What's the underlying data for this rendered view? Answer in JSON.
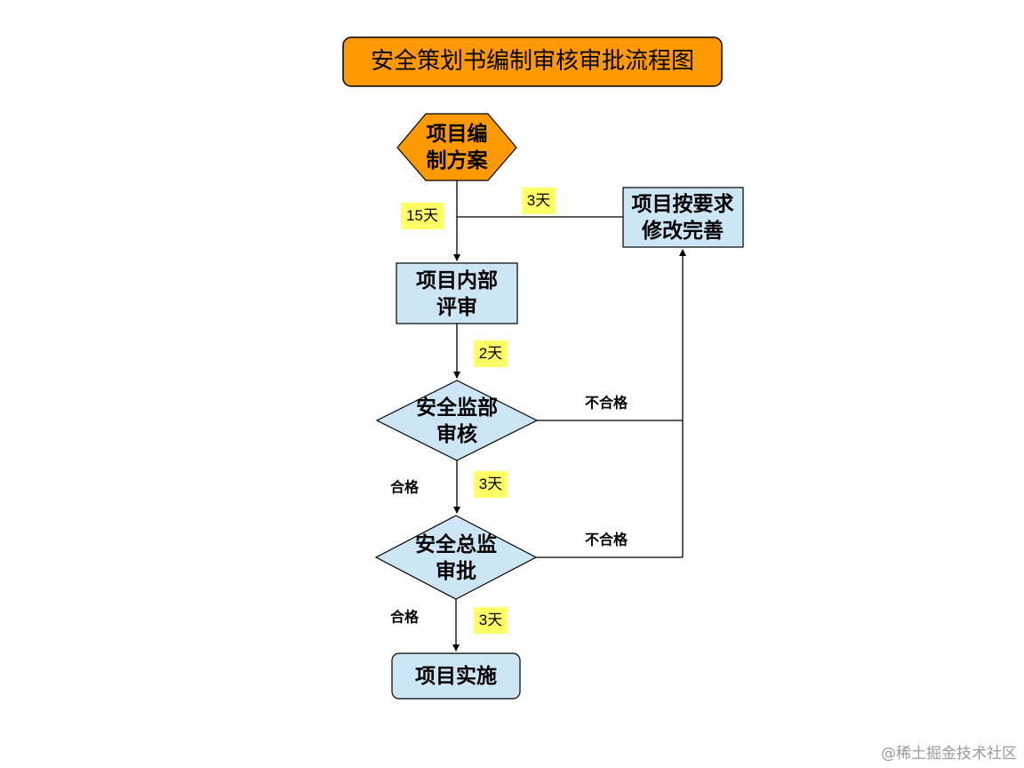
{
  "title": "安全策划书编制审核审批流程图",
  "colors": {
    "start_fill": "#ff9900",
    "title_fill": "#ff9900",
    "process_fill": "#cce6f6",
    "edge_stroke": "#000000",
    "days_bg": "#ffff66"
  },
  "nodes": {
    "start": {
      "lines": [
        "项目编",
        "制方案"
      ]
    },
    "revise": {
      "lines": [
        "项目按要求",
        "修改完善"
      ]
    },
    "internal_review": {
      "lines": [
        "项目内部",
        "评审"
      ]
    },
    "safety_dept_review": {
      "lines": [
        "安全监部",
        "审核"
      ]
    },
    "chief_approval": {
      "lines": [
        "安全总监",
        "审批"
      ]
    },
    "implement": {
      "lines": [
        "项目实施"
      ]
    }
  },
  "edge_labels": {
    "start_to_review_days": "15天",
    "revise_days": "3天",
    "review_to_dept_days": "2天",
    "dept_to_chief_days": "3天",
    "chief_to_impl_days": "3天",
    "dept_fail": "不合格",
    "chief_fail": "不合格",
    "dept_pass": "合格",
    "chief_pass": "合格"
  },
  "watermark": "@稀土掘金技术社区"
}
